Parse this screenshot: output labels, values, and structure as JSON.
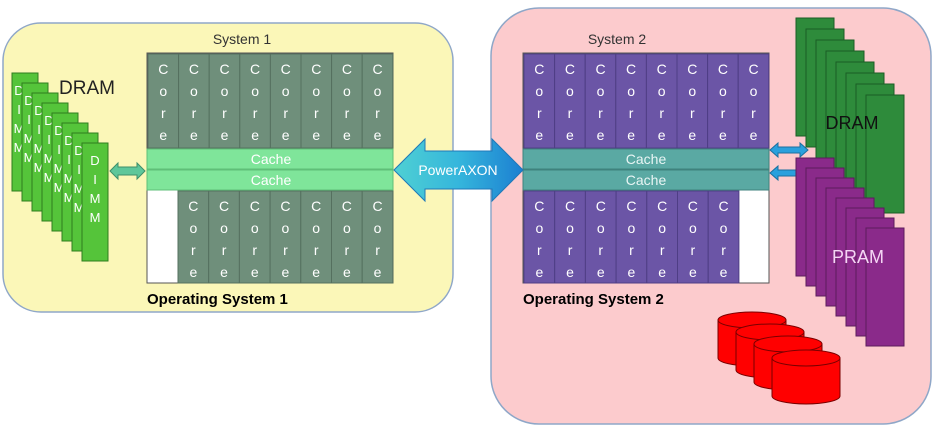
{
  "system1": {
    "title": "System 1",
    "os_label": "Operating System 1",
    "dram_label": "DRAM",
    "dimm_letters": [
      "D",
      "I",
      "M",
      "M"
    ],
    "core_letters": [
      "C",
      "o",
      "r",
      "e"
    ],
    "cache_top": "Cache",
    "cache_bottom": "Cache"
  },
  "system2": {
    "title": "System 2",
    "os_label": "Operating System 2",
    "dram_label": "DRAM",
    "pram_label": "PRAM",
    "core_letters": [
      "C",
      "o",
      "r",
      "e"
    ],
    "cache_top": "Cache",
    "cache_bottom": "Cache"
  },
  "interconnect": {
    "label": "PowerAXON"
  },
  "colors": {
    "system1_bg": "#fbf7b8",
    "system2_bg": "#fccbcd",
    "core1": "#6f8f7b",
    "core2": "#6b55a6",
    "cache1": "#7fe59a",
    "cache2": "#5aa9a3",
    "dimm": "#55c43a",
    "dram2": "#2e8b3b",
    "pram": "#8a2a8a",
    "disk": "#ff0000",
    "arrow": "#2aa0dd"
  }
}
